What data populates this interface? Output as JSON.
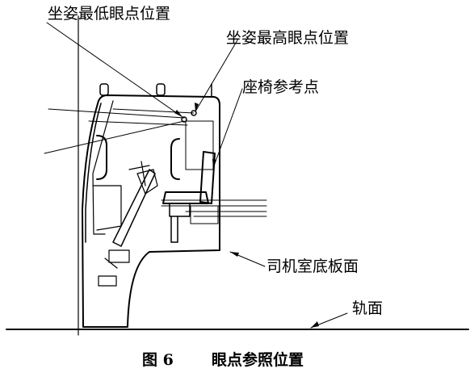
{
  "labels": {
    "min_eye": "坐姿最低眼点位置",
    "max_eye": "坐姿最高眼点位置",
    "seat_ref": "座椅参考点",
    "cab_floor": "司机室底板面",
    "rail": "轨面"
  },
  "caption": {
    "figure": "图 6",
    "title": "眼点参照位置"
  }
}
